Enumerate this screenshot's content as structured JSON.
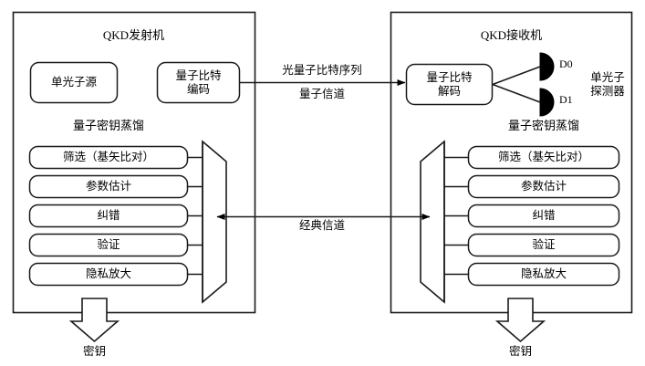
{
  "diagram": {
    "title": "QKD system block diagram",
    "colors": {
      "stroke": "#000000",
      "fill": "#ffffff",
      "detector": "#000000",
      "background": "#ffffff"
    },
    "transmitter": {
      "title": "QKD发射机",
      "source_box": "单光子源",
      "encoder_box": "量子比特\n编码",
      "distillation_label": "量子密钥蒸馏",
      "distillation_steps": [
        "筛选（基矢比对）",
        "参数估计",
        "纠错",
        "验证",
        "隐私放大"
      ],
      "output_label": "密钥"
    },
    "receiver": {
      "title": "QKD接收机",
      "decoder_box": "量子比特\n解码",
      "detector_label": "单光子\n探测器",
      "detectors": [
        {
          "name": "D0"
        },
        {
          "name": "D1"
        }
      ],
      "distillation_label": "量子密钥蒸馏",
      "distillation_steps": [
        "筛选（基矢比对）",
        "参数估计",
        "纠错",
        "验证",
        "隐私放大"
      ],
      "output_label": "密钥"
    },
    "channels": {
      "quantum_upper": "光量子比特序列",
      "quantum_lower": "量子信道",
      "classical": "经典信道"
    }
  }
}
